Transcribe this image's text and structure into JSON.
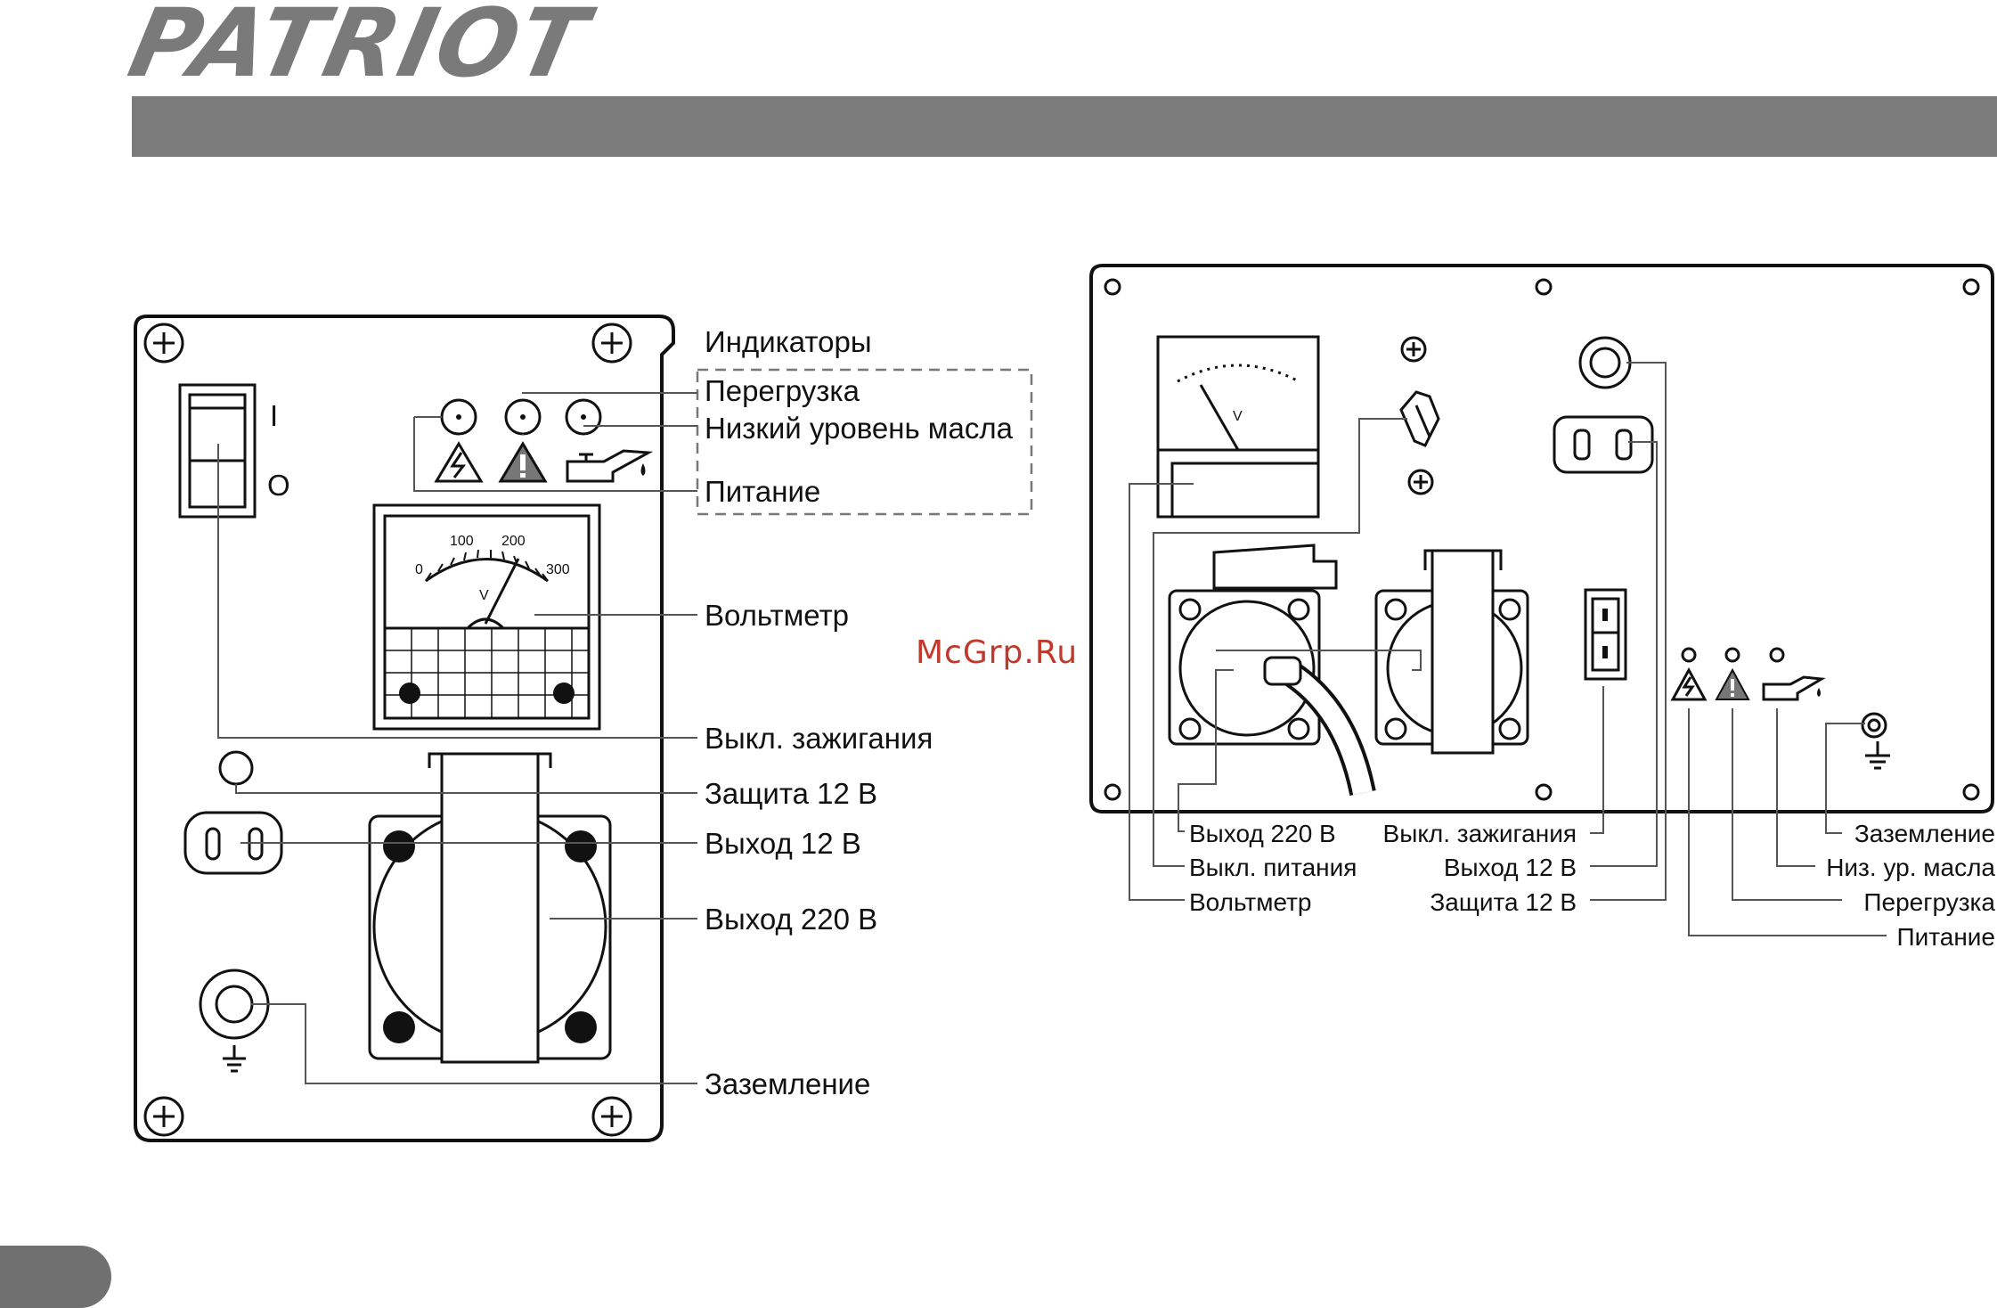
{
  "brand": {
    "logo_text": "PATRIOT"
  },
  "watermark": "McGrp.Ru",
  "left_panel": {
    "labels": {
      "indicators": "Индикаторы",
      "overload": "Перегрузка",
      "low_oil": "Низкий уровень масла",
      "power": "Питание",
      "voltmeter": "Вольтметр",
      "ignition_switch": "Выкл. зажигания",
      "protection_12v": "Защита 12 В",
      "output_12v": "Выход 12 В",
      "output_220v": "Выход 220 В",
      "grounding": "Заземление"
    },
    "switch_marks": {
      "on": "I",
      "off": "O"
    },
    "voltmeter": {
      "unit": "V",
      "ticks": [
        "0",
        "100",
        "200",
        "300"
      ]
    }
  },
  "right_panel": {
    "labels": {
      "output_220v": "Выход 220 В",
      "power_switch": "Выкл. питания",
      "voltmeter": "Вольтметр",
      "ignition_switch": "Выкл. зажигания",
      "output_12v": "Выход 12 В",
      "protection_12v": "Защита 12 В",
      "grounding": "Заземление",
      "low_oil": "Низ. ур. масла",
      "overload": "Перегрузка",
      "power": "Питание"
    },
    "voltmeter": {
      "unit": "V"
    }
  },
  "colors": {
    "banner": "#7c7b7b",
    "logo": "#7a7a7a",
    "watermark": "#c0392b"
  }
}
